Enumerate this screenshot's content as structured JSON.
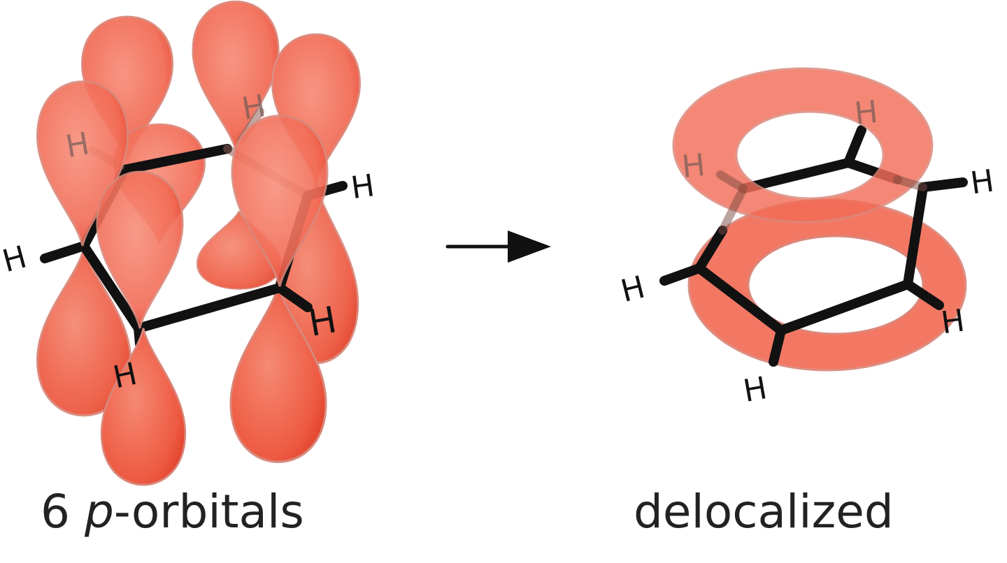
{
  "left_panel": {
    "caption_count": "6",
    "caption_italic": "p",
    "caption_rest": "-orbitals",
    "atom_label": "H"
  },
  "right_panel": {
    "caption": "delocalized",
    "atom_label": "H"
  },
  "colors": {
    "orbital_fill": "#f26d57",
    "orbital_dark": "#e8452f",
    "orbital_edge": "#d9877b",
    "bond": "#111111",
    "arrow": "#111111"
  }
}
